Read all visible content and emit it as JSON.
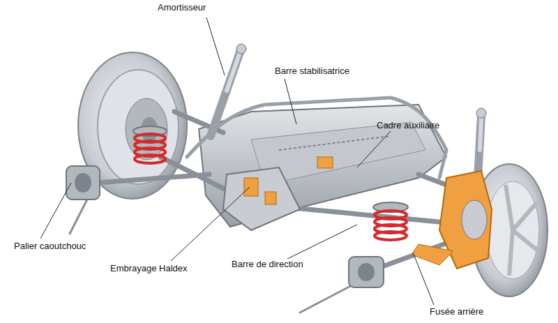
{
  "diagram": {
    "labels": [
      "Amortisseur",
      "Barre stabilisatrice",
      "Cadre auxiliaire",
      "Palier caoutchouc",
      "Embrayage Haldex",
      "Barre de direction",
      "Fusée arrière"
    ]
  }
}
